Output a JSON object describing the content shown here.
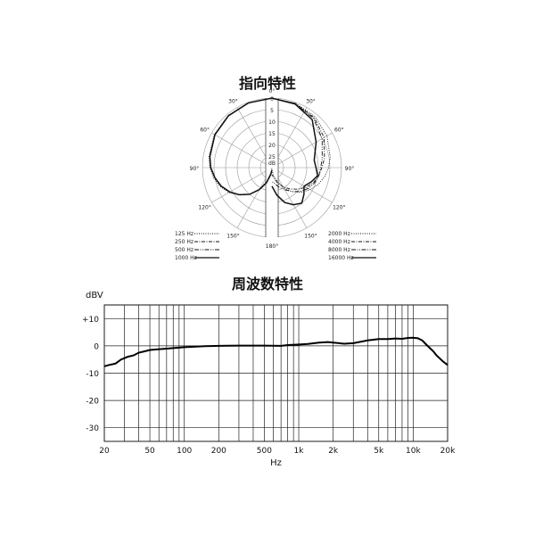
{
  "titles": {
    "polar": "指向特性",
    "frequency": "周波数特性"
  },
  "chart_data": [
    {
      "type": "line",
      "subtype": "polar",
      "angle_labels": [
        "0°",
        "30°",
        "60°",
        "90°",
        "120°",
        "150°",
        "180°"
      ],
      "angle_label_degrees": [
        0,
        30,
        60,
        90,
        120,
        150,
        180
      ],
      "radial_ticks": [
        "0",
        "5",
        "10",
        "15",
        "20",
        "25"
      ],
      "radial_unit": "dB",
      "rlim": [
        0,
        30
      ],
      "legend": {
        "left": [
          {
            "label": "125 Hz",
            "style": "dotted"
          },
          {
            "label": "250 Hz",
            "style": "dashdot"
          },
          {
            "label": "500 Hz",
            "style": "dashdot2"
          },
          {
            "label": "1000 Hz",
            "style": "solid"
          }
        ],
        "right": [
          {
            "label": "2000 Hz",
            "style": "dotted"
          },
          {
            "label": "4000 Hz",
            "style": "dashdot"
          },
          {
            "label": "8000 Hz",
            "style": "dashdot2"
          },
          {
            "label": "16000 Hz",
            "style": "solid"
          }
        ]
      },
      "series": [
        {
          "name": "1000 Hz",
          "side": "left",
          "angles": [
            0,
            20,
            40,
            60,
            80,
            90,
            100,
            110,
            120,
            130,
            140,
            150,
            160,
            170,
            180
          ],
          "attenuation_db": [
            0,
            0.3,
            0.8,
            1.6,
            2.8,
            3.6,
            5.0,
            6.7,
            9.0,
            11.8,
            15.0,
            19.0,
            23.0,
            27.0,
            29.0
          ]
        },
        {
          "name": "125 Hz",
          "side": "left",
          "angles": [
            0,
            20,
            40,
            60,
            80,
            90,
            100,
            110,
            120,
            130,
            140,
            150,
            160,
            170,
            180
          ],
          "attenuation_db": [
            0,
            0.2,
            0.6,
            1.3,
            2.4,
            3.2,
            4.5,
            6.2,
            8.5,
            11.5,
            15.0,
            19.5,
            24.0,
            28.0,
            30.0
          ]
        },
        {
          "name": "16000 Hz",
          "side": "right",
          "angles": [
            0,
            20,
            40,
            60,
            80,
            90,
            100,
            110,
            120,
            130,
            140,
            150,
            160,
            170,
            180
          ],
          "attenuation_db": [
            0,
            0.8,
            3.0,
            8.0,
            11.5,
            11.0,
            10.0,
            12.0,
            14.0,
            12.0,
            10.0,
            11.5,
            14.0,
            18.0,
            22.0
          ]
        },
        {
          "name": "4000 Hz",
          "side": "right",
          "angles": [
            0,
            20,
            40,
            60,
            80,
            90,
            100,
            110,
            120,
            130,
            140,
            150,
            160,
            170,
            180
          ],
          "attenuation_db": [
            0,
            0.5,
            1.8,
            4.0,
            7.0,
            8.5,
            9.5,
            11.0,
            13.0,
            15.5,
            18.0,
            20.5,
            23.0,
            25.5,
            27.0
          ]
        },
        {
          "name": "8000 Hz",
          "side": "right",
          "angles": [
            0,
            20,
            40,
            60,
            80,
            90,
            100,
            110,
            120,
            130,
            140,
            150,
            160,
            170,
            180
          ],
          "attenuation_db": [
            0,
            0.6,
            2.2,
            5.0,
            8.0,
            9.0,
            9.5,
            10.5,
            12.0,
            14.0,
            16.5,
            19.0,
            21.0,
            23.0,
            24.0
          ]
        },
        {
          "name": "2000 Hz",
          "side": "right",
          "angles": [
            0,
            20,
            40,
            60,
            80,
            90,
            100,
            110,
            120,
            130,
            140,
            150,
            160,
            170,
            180
          ],
          "attenuation_db": [
            0,
            0.4,
            1.2,
            2.6,
            4.5,
            5.6,
            7.0,
            8.8,
            11.0,
            13.5,
            16.5,
            20.0,
            24.0,
            27.0,
            29.0
          ]
        }
      ]
    },
    {
      "type": "line",
      "subtype": "frequency-response",
      "ylabel": "dBV",
      "xlabel": "Hz",
      "xscale": "log",
      "xlim": [
        20,
        20000
      ],
      "ylim": [
        -35,
        15
      ],
      "y_ticks": [
        10,
        0,
        -10,
        -20,
        -30
      ],
      "y_tick_labels": [
        "+10",
        "0",
        "-10",
        "-20",
        "-30"
      ],
      "x_tick_values": [
        20,
        50,
        100,
        200,
        500,
        1000,
        2000,
        5000,
        10000,
        20000
      ],
      "x_tick_labels": [
        "20",
        "50",
        "100",
        "200",
        "500",
        "1k",
        "2k",
        "5k",
        "10k",
        "20k"
      ],
      "x_gridlines": [
        20,
        30,
        40,
        50,
        60,
        70,
        80,
        90,
        100,
        200,
        300,
        400,
        500,
        600,
        700,
        800,
        900,
        1000,
        2000,
        3000,
        4000,
        5000,
        6000,
        7000,
        8000,
        9000,
        10000,
        20000
      ],
      "series": [
        {
          "x": [
            20,
            22,
            25,
            28,
            32,
            36,
            40,
            45,
            50,
            60,
            70,
            80,
            100,
            120,
            150,
            200,
            300,
            400,
            500,
            700,
            800,
            1000,
            1200,
            1500,
            1800,
            2000,
            2500,
            3000,
            4000,
            5000,
            6000,
            7000,
            8000,
            9000,
            10000,
            11000,
            12000,
            13000,
            14000,
            15000,
            16000,
            17000,
            18000,
            19000,
            20000
          ],
          "y": [
            -7.5,
            -7.0,
            -6.5,
            -5.0,
            -4.0,
            -3.5,
            -2.5,
            -2.0,
            -1.5,
            -1.2,
            -1.0,
            -0.8,
            -0.5,
            -0.3,
            -0.1,
            0,
            0.1,
            0.1,
            0.1,
            0.0,
            0.3,
            0.5,
            0.7,
            1.2,
            1.4,
            1.2,
            0.8,
            1.0,
            2.0,
            2.5,
            2.5,
            2.7,
            2.6,
            2.9,
            3.0,
            2.8,
            2.0,
            0.5,
            -0.8,
            -2.0,
            -3.5,
            -4.5,
            -5.5,
            -6.3,
            -7.0
          ]
        }
      ]
    }
  ]
}
